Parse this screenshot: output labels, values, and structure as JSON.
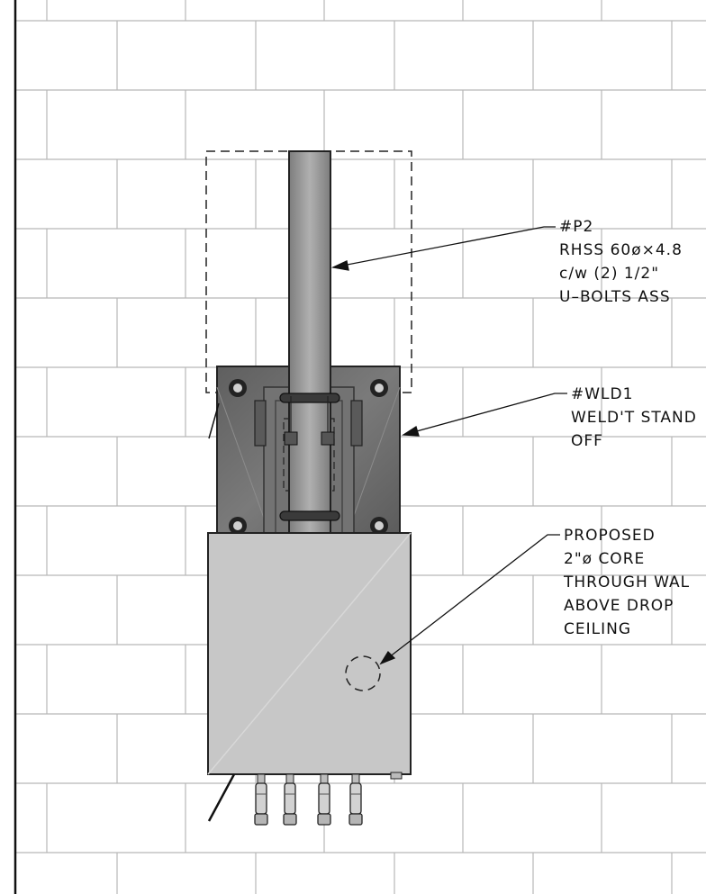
{
  "callouts": {
    "p2": {
      "lines": [
        "#P2",
        "RHSS 60ø×4.8",
        "c/w (2) 1/2\"",
        "U–BOLTS ASS"
      ]
    },
    "wld1": {
      "lines": [
        "#WLD1",
        "WELD'T STAND",
        "OFF"
      ]
    },
    "core": {
      "lines": [
        "PROPOSED",
        "2\"ø CORE",
        "THROUGH WAL",
        "ABOVE DROP",
        "CEILING"
      ]
    }
  },
  "colors": {
    "background": "#ffffff",
    "brick_lines": "#b8b8b8",
    "standoff_plate": "#6e6e6e",
    "enclosure": "#c7c7c7",
    "pipe": "#9a9a9a",
    "linework": "#111111"
  }
}
